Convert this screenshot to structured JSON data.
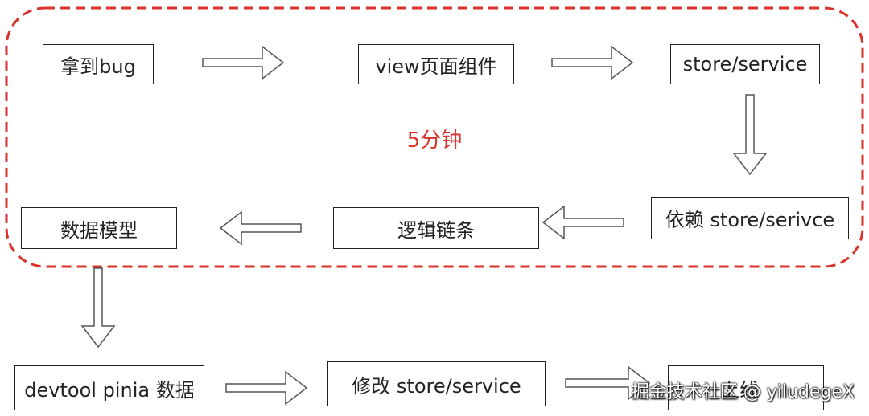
{
  "diagram": {
    "group_label": "5分钟",
    "colors": {
      "group_border": "#d9332b",
      "group_label": "#d9332b",
      "arrow_fill": "#ffffff",
      "arrow_stroke": "#555555",
      "box_border": "#222222"
    },
    "nodes": [
      {
        "id": "get-bug",
        "label": "拿到bug"
      },
      {
        "id": "view-component",
        "label": "view页面组件"
      },
      {
        "id": "store-service",
        "label": "store/service"
      },
      {
        "id": "dependency",
        "label": "依赖 store/serivce"
      },
      {
        "id": "logic-chain",
        "label": "逻辑链条"
      },
      {
        "id": "data-model",
        "label": "数据模型"
      },
      {
        "id": "devtool-pinia",
        "label": "devtool pinia 数据"
      },
      {
        "id": "modify-store",
        "label": "修改 store/service"
      },
      {
        "id": "go-live",
        "label": "上线"
      }
    ],
    "edges": [
      {
        "from": "get-bug",
        "to": "view-component"
      },
      {
        "from": "view-component",
        "to": "store-service"
      },
      {
        "from": "store-service",
        "to": "dependency"
      },
      {
        "from": "dependency",
        "to": "logic-chain"
      },
      {
        "from": "logic-chain",
        "to": "data-model"
      },
      {
        "from": "data-model",
        "to": "devtool-pinia"
      },
      {
        "from": "devtool-pinia",
        "to": "modify-store"
      },
      {
        "from": "modify-store",
        "to": "go-live"
      }
    ]
  },
  "watermark": "掘金技术社区 @ yiludegeX"
}
